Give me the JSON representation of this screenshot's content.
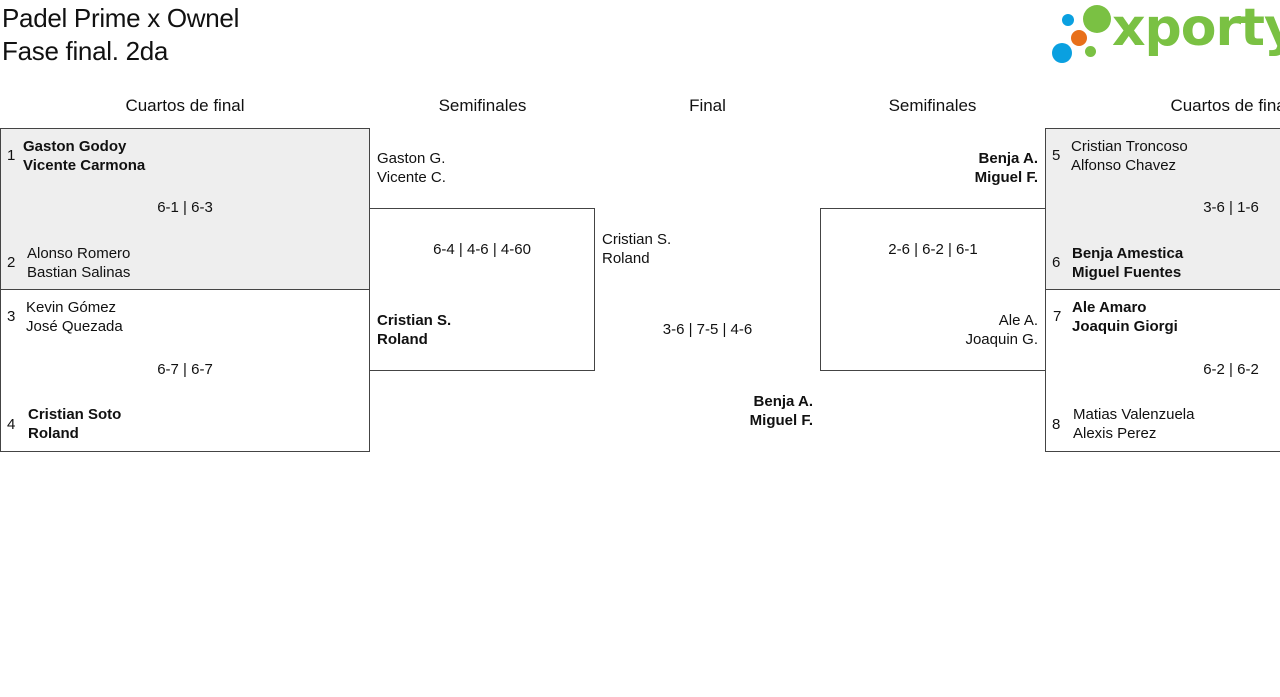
{
  "title": {
    "line1": "Padel Prime x Ownel",
    "line2": "Fase final. 2da"
  },
  "logo": {
    "text": "xporty",
    "colors": {
      "blue": "#0aa0e0",
      "green": "#7ac143",
      "orange": "#e8701a"
    }
  },
  "headers": {
    "qf_left": "Cuartos de final",
    "sf_left": "Semifinales",
    "final": "Final",
    "sf_right": "Semifinales",
    "qf_right": "Cuartos de final"
  },
  "qf_left": [
    {
      "top": {
        "seed": "1",
        "p1": "Gaston Godoy",
        "p2": "Vicente Carmona",
        "winner": true
      },
      "bottom": {
        "seed": "2",
        "p1": "Alonso Romero",
        "p2": "Bastian Salinas",
        "winner": false
      },
      "score": "6-1 | 6-3"
    },
    {
      "top": {
        "seed": "3",
        "p1": "Kevin Gómez",
        "p2": "José Quezada",
        "winner": false
      },
      "bottom": {
        "seed": "4",
        "p1": "Cristian Soto",
        "p2": "Roland",
        "winner": true
      },
      "score": "6-7 | 6-7"
    }
  ],
  "sf_left": {
    "top": {
      "p1": "Gaston G.",
      "p2": "Vicente C."
    },
    "bottom": {
      "p1": "Cristian S.",
      "p2": "Roland"
    },
    "score": "6-4 | 4-6 | 4-60"
  },
  "final": {
    "top": {
      "p1": "Cristian S.",
      "p2": "Roland"
    },
    "bottom": {
      "p1": "Benja A.",
      "p2": "Miguel F."
    },
    "score": "3-6 | 7-5 | 4-6"
  },
  "sf_right": {
    "top": {
      "p1": "Benja A.",
      "p2": "Miguel F."
    },
    "bottom": {
      "p1": "Ale A.",
      "p2": "Joaquin G."
    },
    "score": "2-6 | 6-2 | 6-1"
  },
  "qf_right": [
    {
      "top": {
        "seed": "5",
        "p1": "Cristian Troncoso",
        "p2": "Alfonso Chavez",
        "winner": false
      },
      "bottom": {
        "seed": "6",
        "p1": "Benja Amestica",
        "p2": "Miguel Fuentes",
        "winner": true
      },
      "score": "3-6 | 1-6"
    },
    {
      "top": {
        "seed": "7",
        "p1": "Ale Amaro",
        "p2": "Joaquin Giorgi",
        "winner": true
      },
      "bottom": {
        "seed": "8",
        "p1": "Matias Valenzuela",
        "p2": "Alexis Perez",
        "winner": false
      },
      "score": "6-2 | 6-2"
    }
  ]
}
